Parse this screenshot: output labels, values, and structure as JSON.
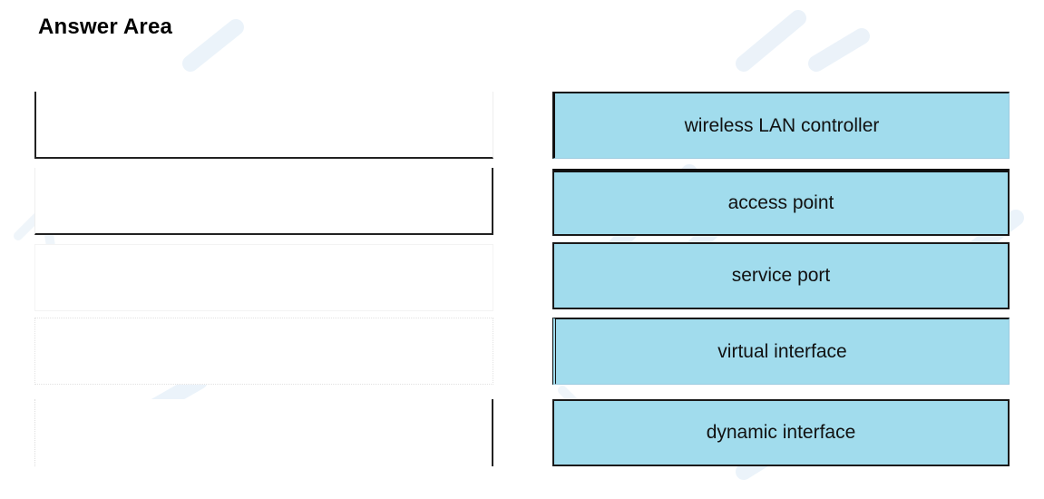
{
  "header": {
    "title": "Answer Area"
  },
  "drop_targets": [
    {
      "value": ""
    },
    {
      "value": ""
    },
    {
      "value": ""
    },
    {
      "value": ""
    },
    {
      "value": ""
    }
  ],
  "answer_options": [
    {
      "label": "wireless LAN controller"
    },
    {
      "label": "access point"
    },
    {
      "label": "service port"
    },
    {
      "label": "virtual interface"
    },
    {
      "label": "dynamic interface"
    }
  ],
  "colors": {
    "tile_fill": "#a1dced",
    "tile_border": "#1a1a1a",
    "watermark": "#cfe3f2"
  }
}
